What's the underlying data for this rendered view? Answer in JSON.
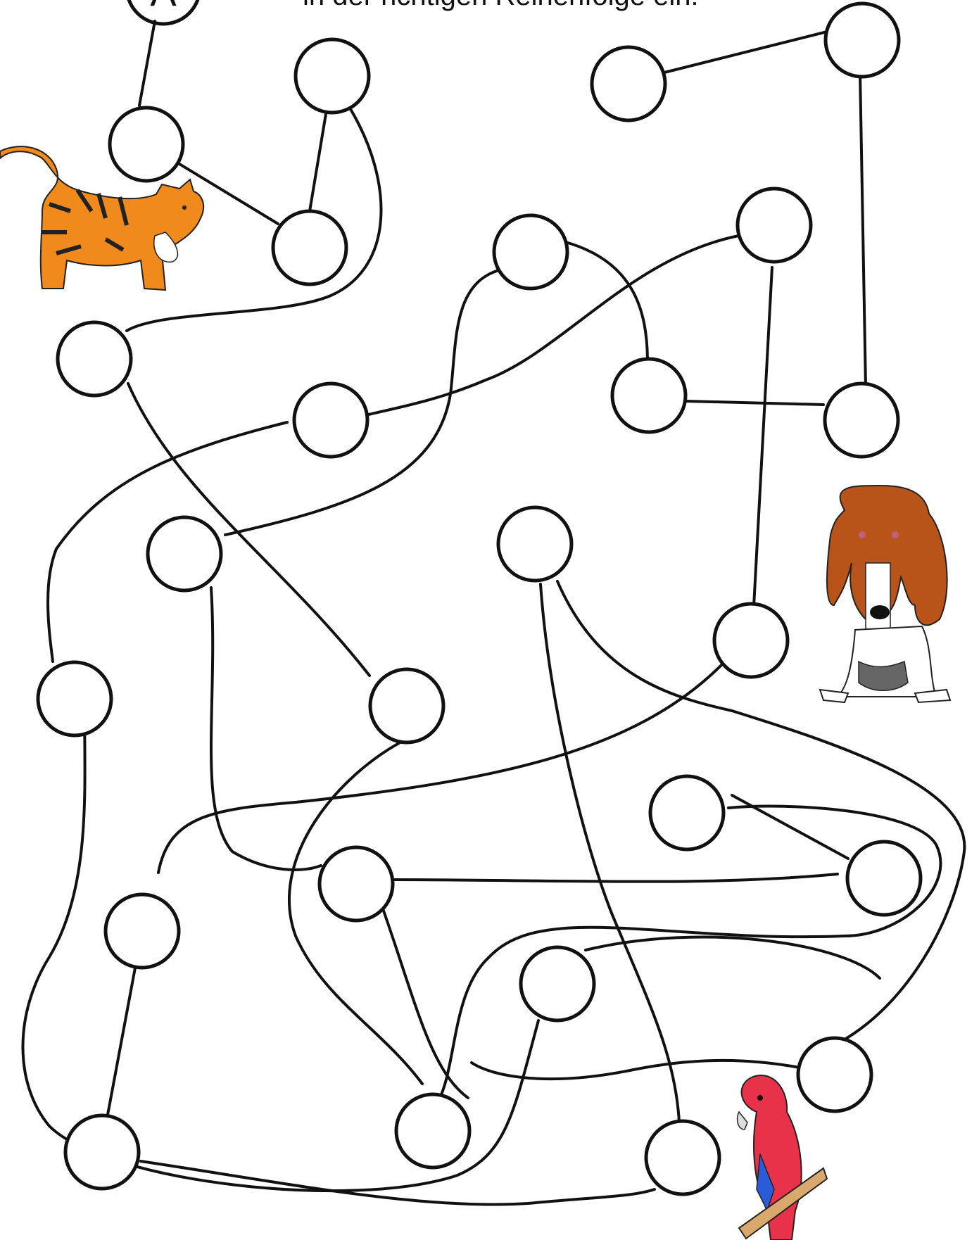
{
  "instruction": "in der richtigen Reihenfolge ein!",
  "start_label": "A",
  "animals": [
    {
      "name": "cat",
      "icon": "tiger-cat-icon"
    },
    {
      "name": "dog",
      "icon": "basset-hound-icon"
    },
    {
      "name": "parrot",
      "icon": "red-parrot-icon"
    }
  ],
  "colors": {
    "line": "#111111",
    "cat_orange": "#f08a1c",
    "dog_brown": "#b8541a",
    "parrot_red": "#e8324a"
  }
}
